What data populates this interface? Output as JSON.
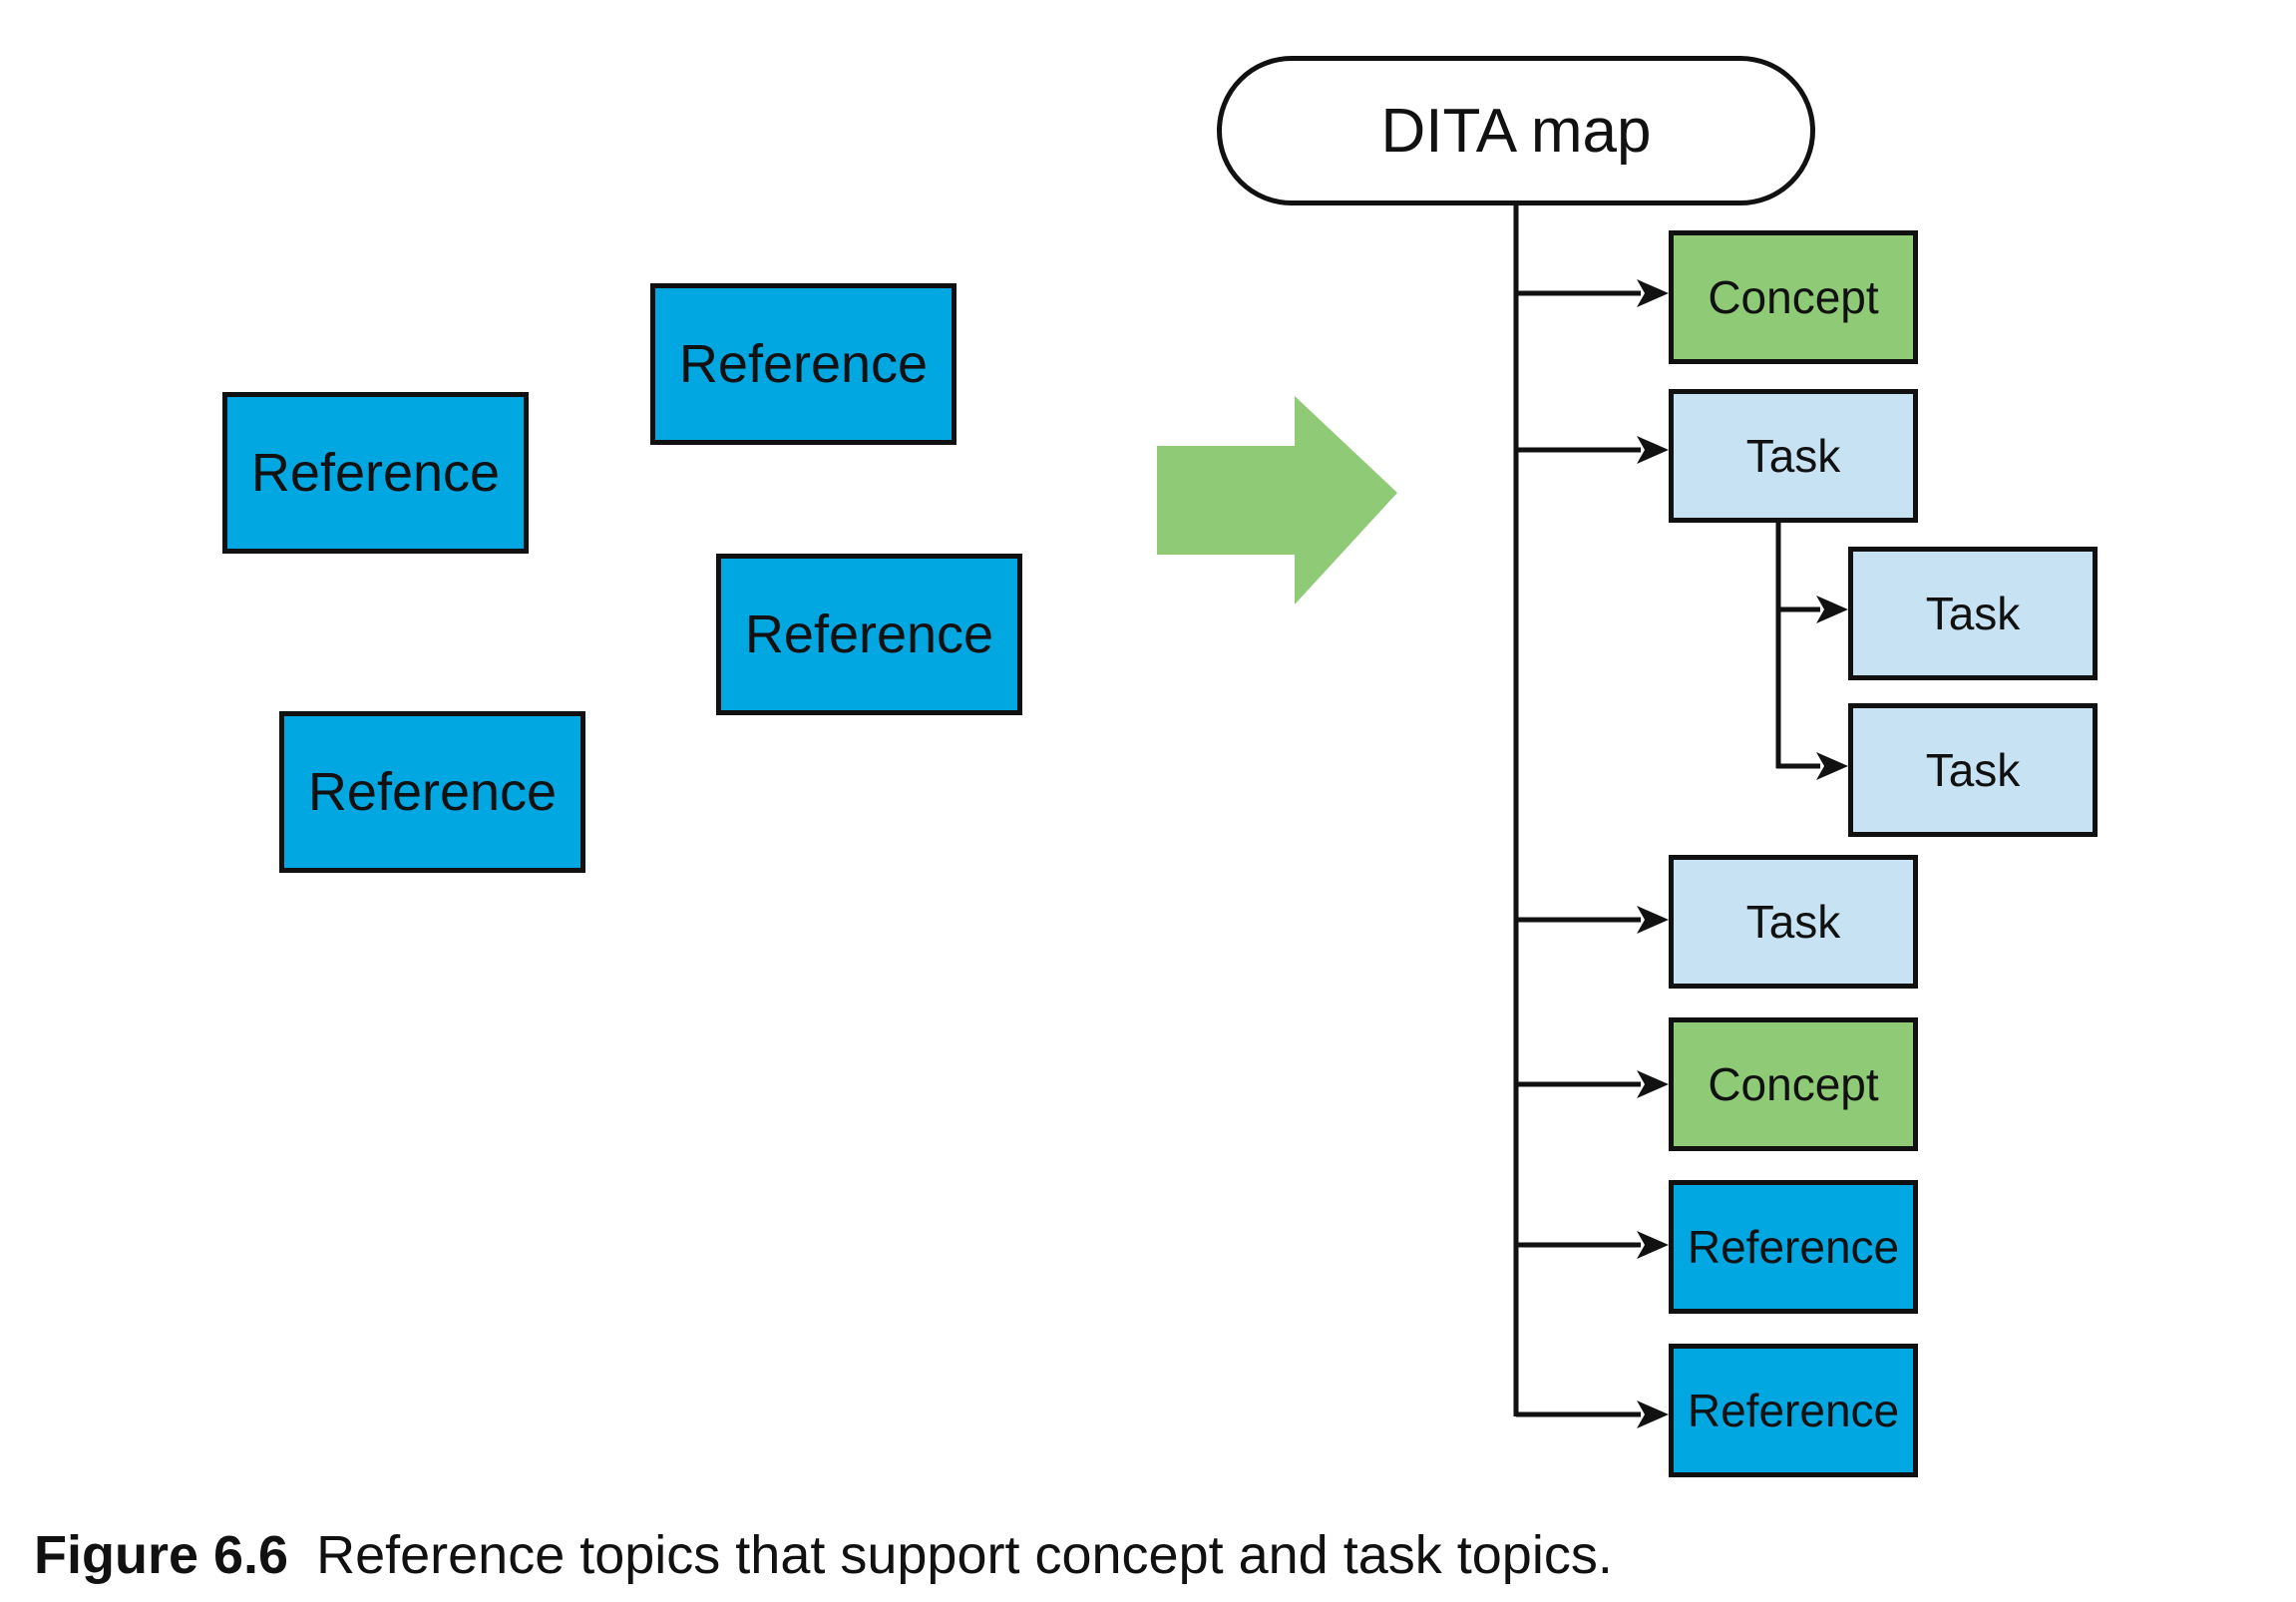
{
  "colors": {
    "reference": "#00a7e1",
    "task": "#c7e2f3",
    "concept": "#8fcb76",
    "arrow": "#8fcb76",
    "stroke": "#111111"
  },
  "loose_references": [
    {
      "label": "Reference"
    },
    {
      "label": "Reference"
    },
    {
      "label": "Reference"
    },
    {
      "label": "Reference"
    }
  ],
  "map": {
    "root": {
      "label": "DITA map"
    },
    "children": [
      {
        "label": "Concept",
        "kind": "concept"
      },
      {
        "label": "Task",
        "kind": "task",
        "children": [
          {
            "label": "Task",
            "kind": "task"
          },
          {
            "label": "Task",
            "kind": "task"
          }
        ]
      },
      {
        "label": "Task",
        "kind": "task"
      },
      {
        "label": "Concept",
        "kind": "concept"
      },
      {
        "label": "Reference",
        "kind": "reference"
      },
      {
        "label": "Reference",
        "kind": "reference"
      }
    ]
  },
  "caption": {
    "number": "Figure 6.6",
    "text": "Reference topics that support concept and task topics."
  }
}
